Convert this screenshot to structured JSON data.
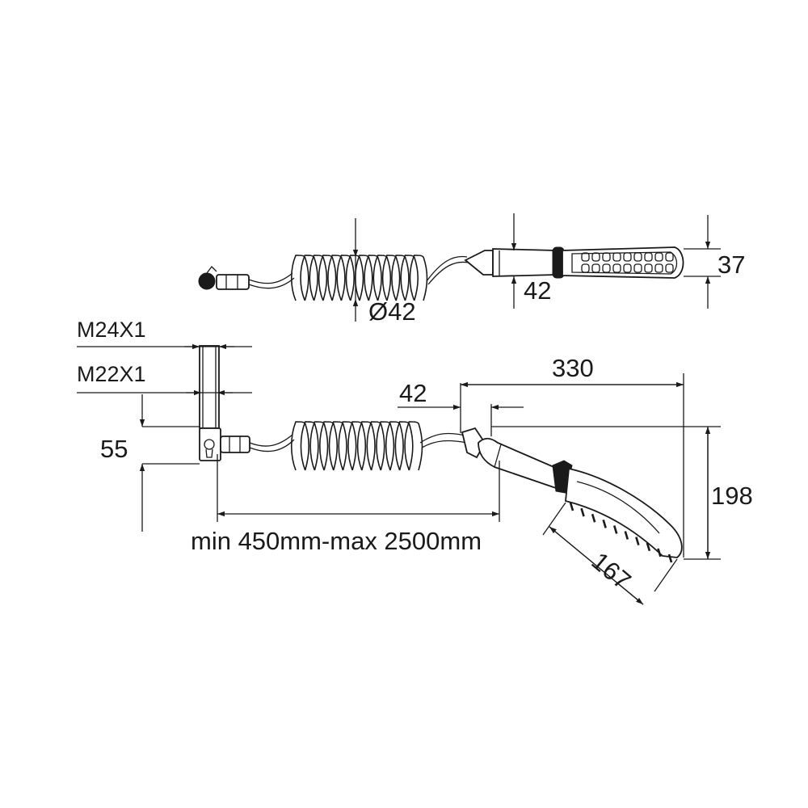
{
  "dimensions": {
    "coil_diameter": "Ø42",
    "handle_diameter": "42",
    "head_thickness": "37",
    "thread_outer": "M24X1",
    "thread_inner": "M22X1",
    "connector_height": "55",
    "hose_length": "min 450mm-max 2500mm",
    "handle_offset": "42",
    "shower_length": "330",
    "shower_height": "198",
    "head_length": "167"
  }
}
